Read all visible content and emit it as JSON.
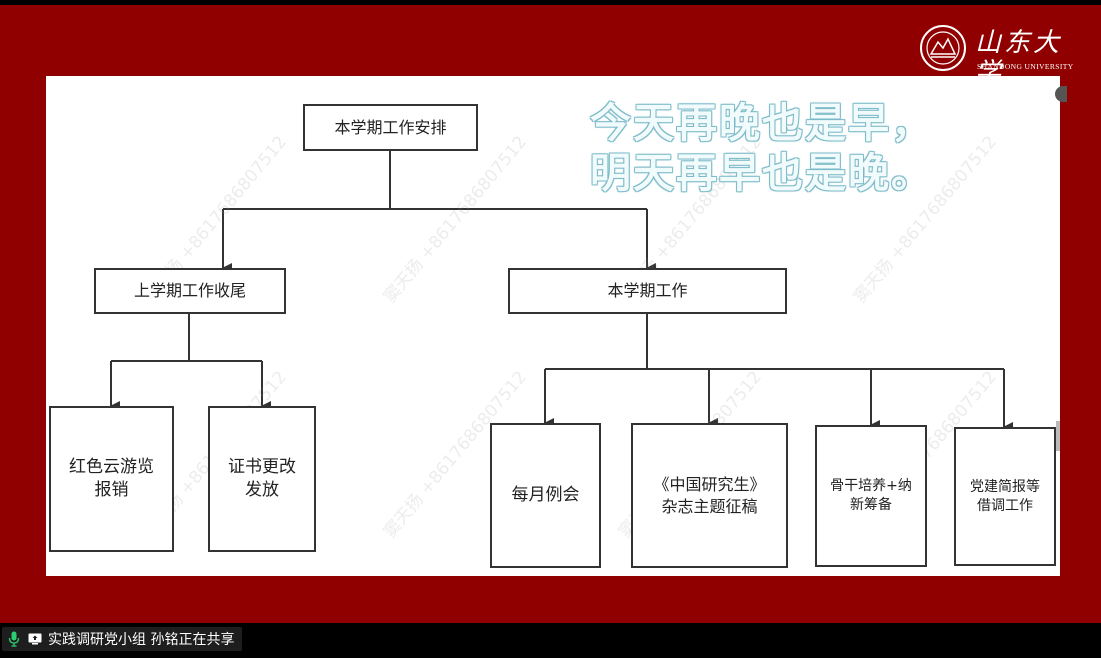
{
  "logo": {
    "name_cn": "山东大学",
    "name_en": "SHANDONG UNIVERSITY"
  },
  "quote": {
    "line1": "今天再晚也是早，",
    "line2": "明天再早也是晚。"
  },
  "org_chart": {
    "root": "本学期工作安排",
    "left_branch": {
      "title": "上学期工作收尾",
      "children": [
        {
          "lines": [
            "红色云游览",
            "报销"
          ]
        },
        {
          "lines": [
            "证书更改",
            "发放"
          ]
        }
      ]
    },
    "right_branch": {
      "title": "本学期工作",
      "children": [
        {
          "lines": [
            "每月例会"
          ]
        },
        {
          "lines": [
            "《中国研究生》",
            "杂志主题征稿"
          ]
        },
        {
          "lines": [
            "骨干培养+纳",
            "新筹备"
          ]
        },
        {
          "lines": [
            "党建简报等",
            "借调工作"
          ]
        }
      ]
    }
  },
  "watermark": "窦天扬 +8617686807512",
  "share_status": {
    "text": "实践调研党小组 孙铭正在共享"
  },
  "colors": {
    "slide_bg": "#900000",
    "quote_outline": "#87c2cf",
    "mic_icon": "#2ecc71"
  }
}
